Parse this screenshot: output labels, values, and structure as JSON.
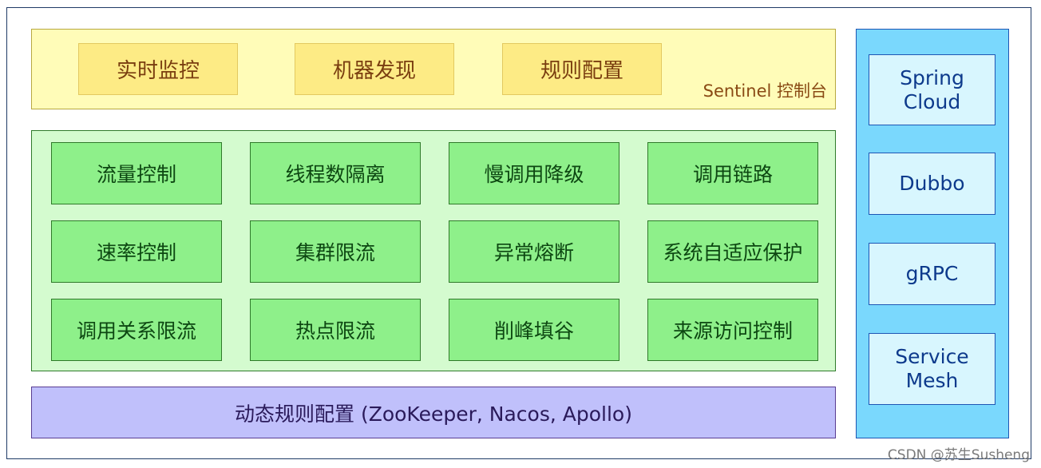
{
  "console": {
    "items": [
      "实时监控",
      "机器发现",
      "规则配置"
    ],
    "title": "Sentinel 控制台"
  },
  "features": {
    "rows": [
      [
        "流量控制",
        "线程数隔离",
        "慢调用降级",
        "调用链路"
      ],
      [
        "速率控制",
        "集群限流",
        "异常熔断",
        "系统自适应保护"
      ],
      [
        "调用关系限流",
        "热点限流",
        "削峰填谷",
        "来源访问控制"
      ]
    ]
  },
  "dynamic_rules": "动态规则配置 (ZooKeeper, Nacos, Apollo)",
  "adapters": [
    "Spring\nCloud",
    "Dubbo",
    "gRPC",
    "Service\nMesh"
  ],
  "watermark": "CSDN @苏生Susheng",
  "colors": {
    "console_bg": "#fffcb8",
    "console_item_bg": "#fdeb85",
    "features_bg": "#d4fbcf",
    "feature_item_bg": "#8ef08a",
    "dynamic_bg": "#c0c0fb",
    "adapters_bg": "#7ad8fd",
    "adapter_item_bg": "#d8f6fe"
  }
}
